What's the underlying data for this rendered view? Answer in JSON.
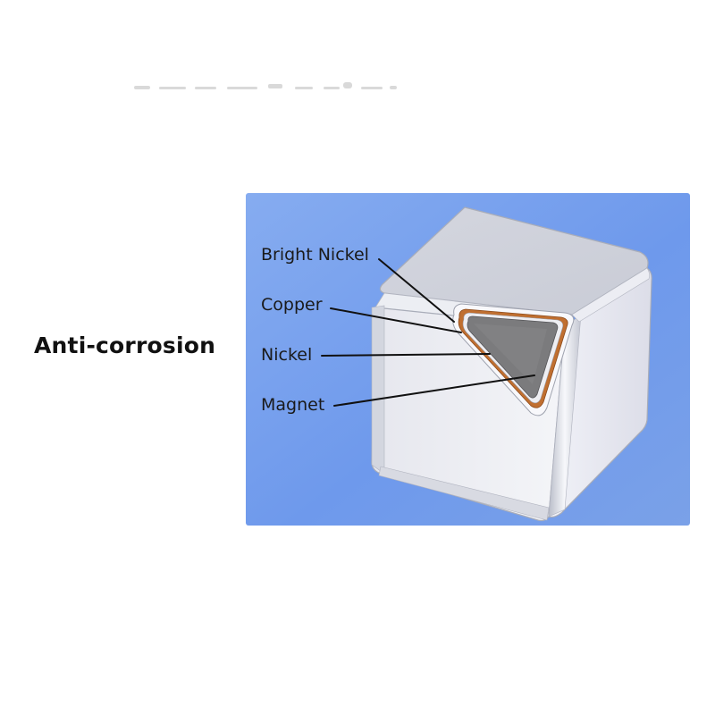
{
  "heading": "Anti-corrosion",
  "colors": {
    "panel_bg": "#6e9bed",
    "cube_light": "#f2f3f7",
    "cube_mid": "#dcdee6",
    "cube_edge": "#c5c8d3",
    "copper": "#b5652b",
    "magnet": "#7d7d7d"
  },
  "layers": [
    {
      "id": "bright-nickel",
      "label": "Bright Nickel"
    },
    {
      "id": "copper",
      "label": "Copper"
    },
    {
      "id": "nickel",
      "label": "Nickel"
    },
    {
      "id": "magnet",
      "label": "Magnet"
    }
  ]
}
